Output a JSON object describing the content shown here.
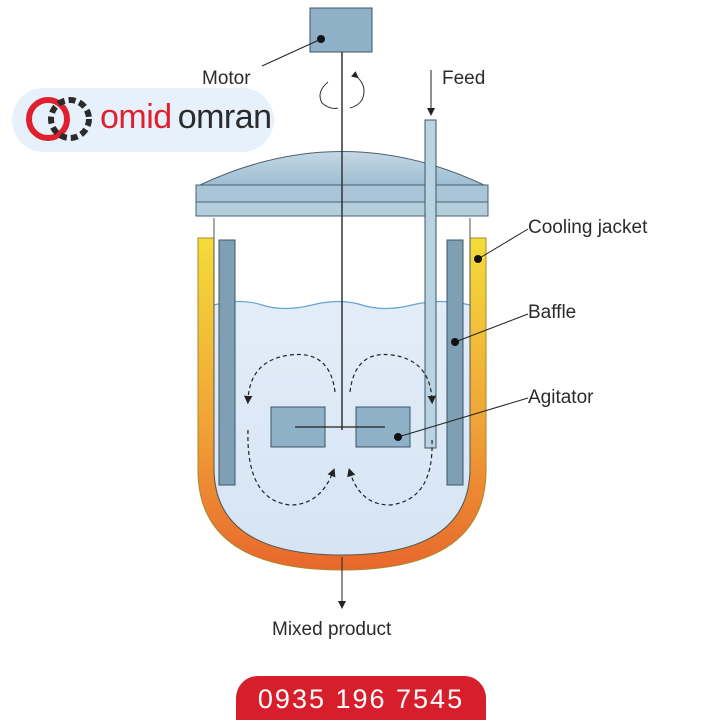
{
  "labels": {
    "motor": "Motor",
    "feed": "Feed",
    "cooling_jacket": "Cooling jacket",
    "baffle": "Baffle",
    "agitator": "Agitator",
    "mixed_product": "Mixed product"
  },
  "brand": {
    "name_part1": "omid",
    "name_part2": "omran",
    "phone": "0935 196 7545"
  },
  "colors": {
    "brand_red": "#e0202f",
    "phone_bg": "#d71f2c",
    "jacket_top": "#f2d838",
    "jacket_bottom": "#e8702e",
    "steel": "#8fb1c7",
    "liquid": "#dde9f6"
  }
}
